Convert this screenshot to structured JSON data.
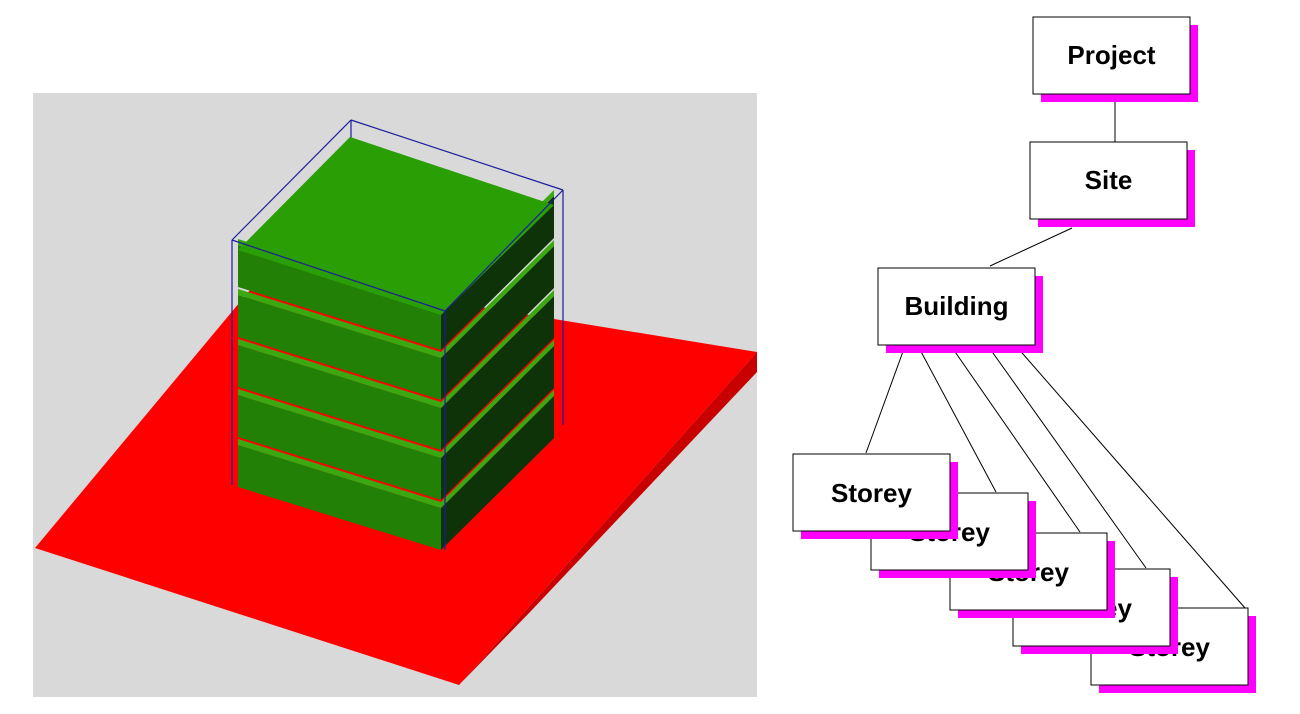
{
  "model_view": {
    "background_color": "#d9d9d9",
    "site_color": "#ff0000",
    "site_edge_color": "#b00000",
    "storey_top_color": "#2a9e05",
    "storey_front_color": "#228006",
    "storey_side_color": "#0f3309",
    "storey_edge_color": "#3aa810",
    "bounding_box_color": "#1c1c9e",
    "storey_count": 5
  },
  "hierarchy": {
    "box_fill": "#ffffff",
    "box_border": "#000000",
    "shadow_color": "#ff00ff",
    "connector_color": "#000000",
    "project_label": "Project",
    "site_label": "Site",
    "building_label": "Building",
    "storey_labels": [
      "Storey",
      "Storey",
      "Storey",
      "Storey",
      "Storey"
    ]
  }
}
